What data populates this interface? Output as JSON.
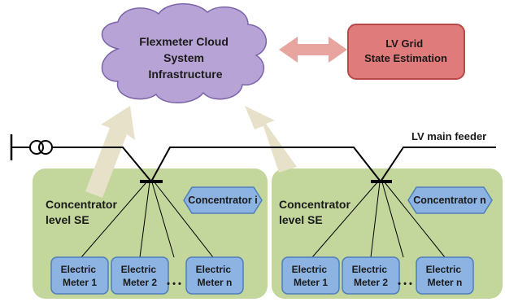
{
  "cloud": {
    "lines": [
      "Flexmeter Cloud",
      "System",
      "Infrastructure"
    ]
  },
  "state_estimation": {
    "lines": [
      "LV Grid",
      "State Estimation"
    ]
  },
  "feeder_label": "LV main feeder",
  "left_group": {
    "se_label": [
      "Concentrator",
      "level SE"
    ],
    "concentrator": "Concentrator i",
    "meters": [
      {
        "line1": "Electric",
        "line2": "Meter 1"
      },
      {
        "line1": "Electric",
        "line2": "Meter 2"
      },
      {
        "line1": "Electric",
        "line2": "Meter n"
      }
    ],
    "ellipsis": "• • •"
  },
  "right_group": {
    "se_label": [
      "Concentrator",
      "level SE"
    ],
    "concentrator": "Concentrator n",
    "meters": [
      {
        "line1": "Electric",
        "line2": "Meter 1"
      },
      {
        "line1": "Electric",
        "line2": "Meter 2"
      },
      {
        "line1": "Electric",
        "line2": "Meter n"
      }
    ],
    "ellipsis": "• • •"
  },
  "colors": {
    "cloud_fill": "#b8a3d6",
    "cloud_stroke": "#7b64a8",
    "se_fill": "#e07b7b",
    "se_stroke": "#b84848",
    "group_fill": "#c3d69b",
    "meter_fill": "#8db3e2",
    "meter_stroke": "#4f7fba",
    "arrow_beige": "#e6e1c8",
    "arrow_pink": "#e8a5a0"
  }
}
